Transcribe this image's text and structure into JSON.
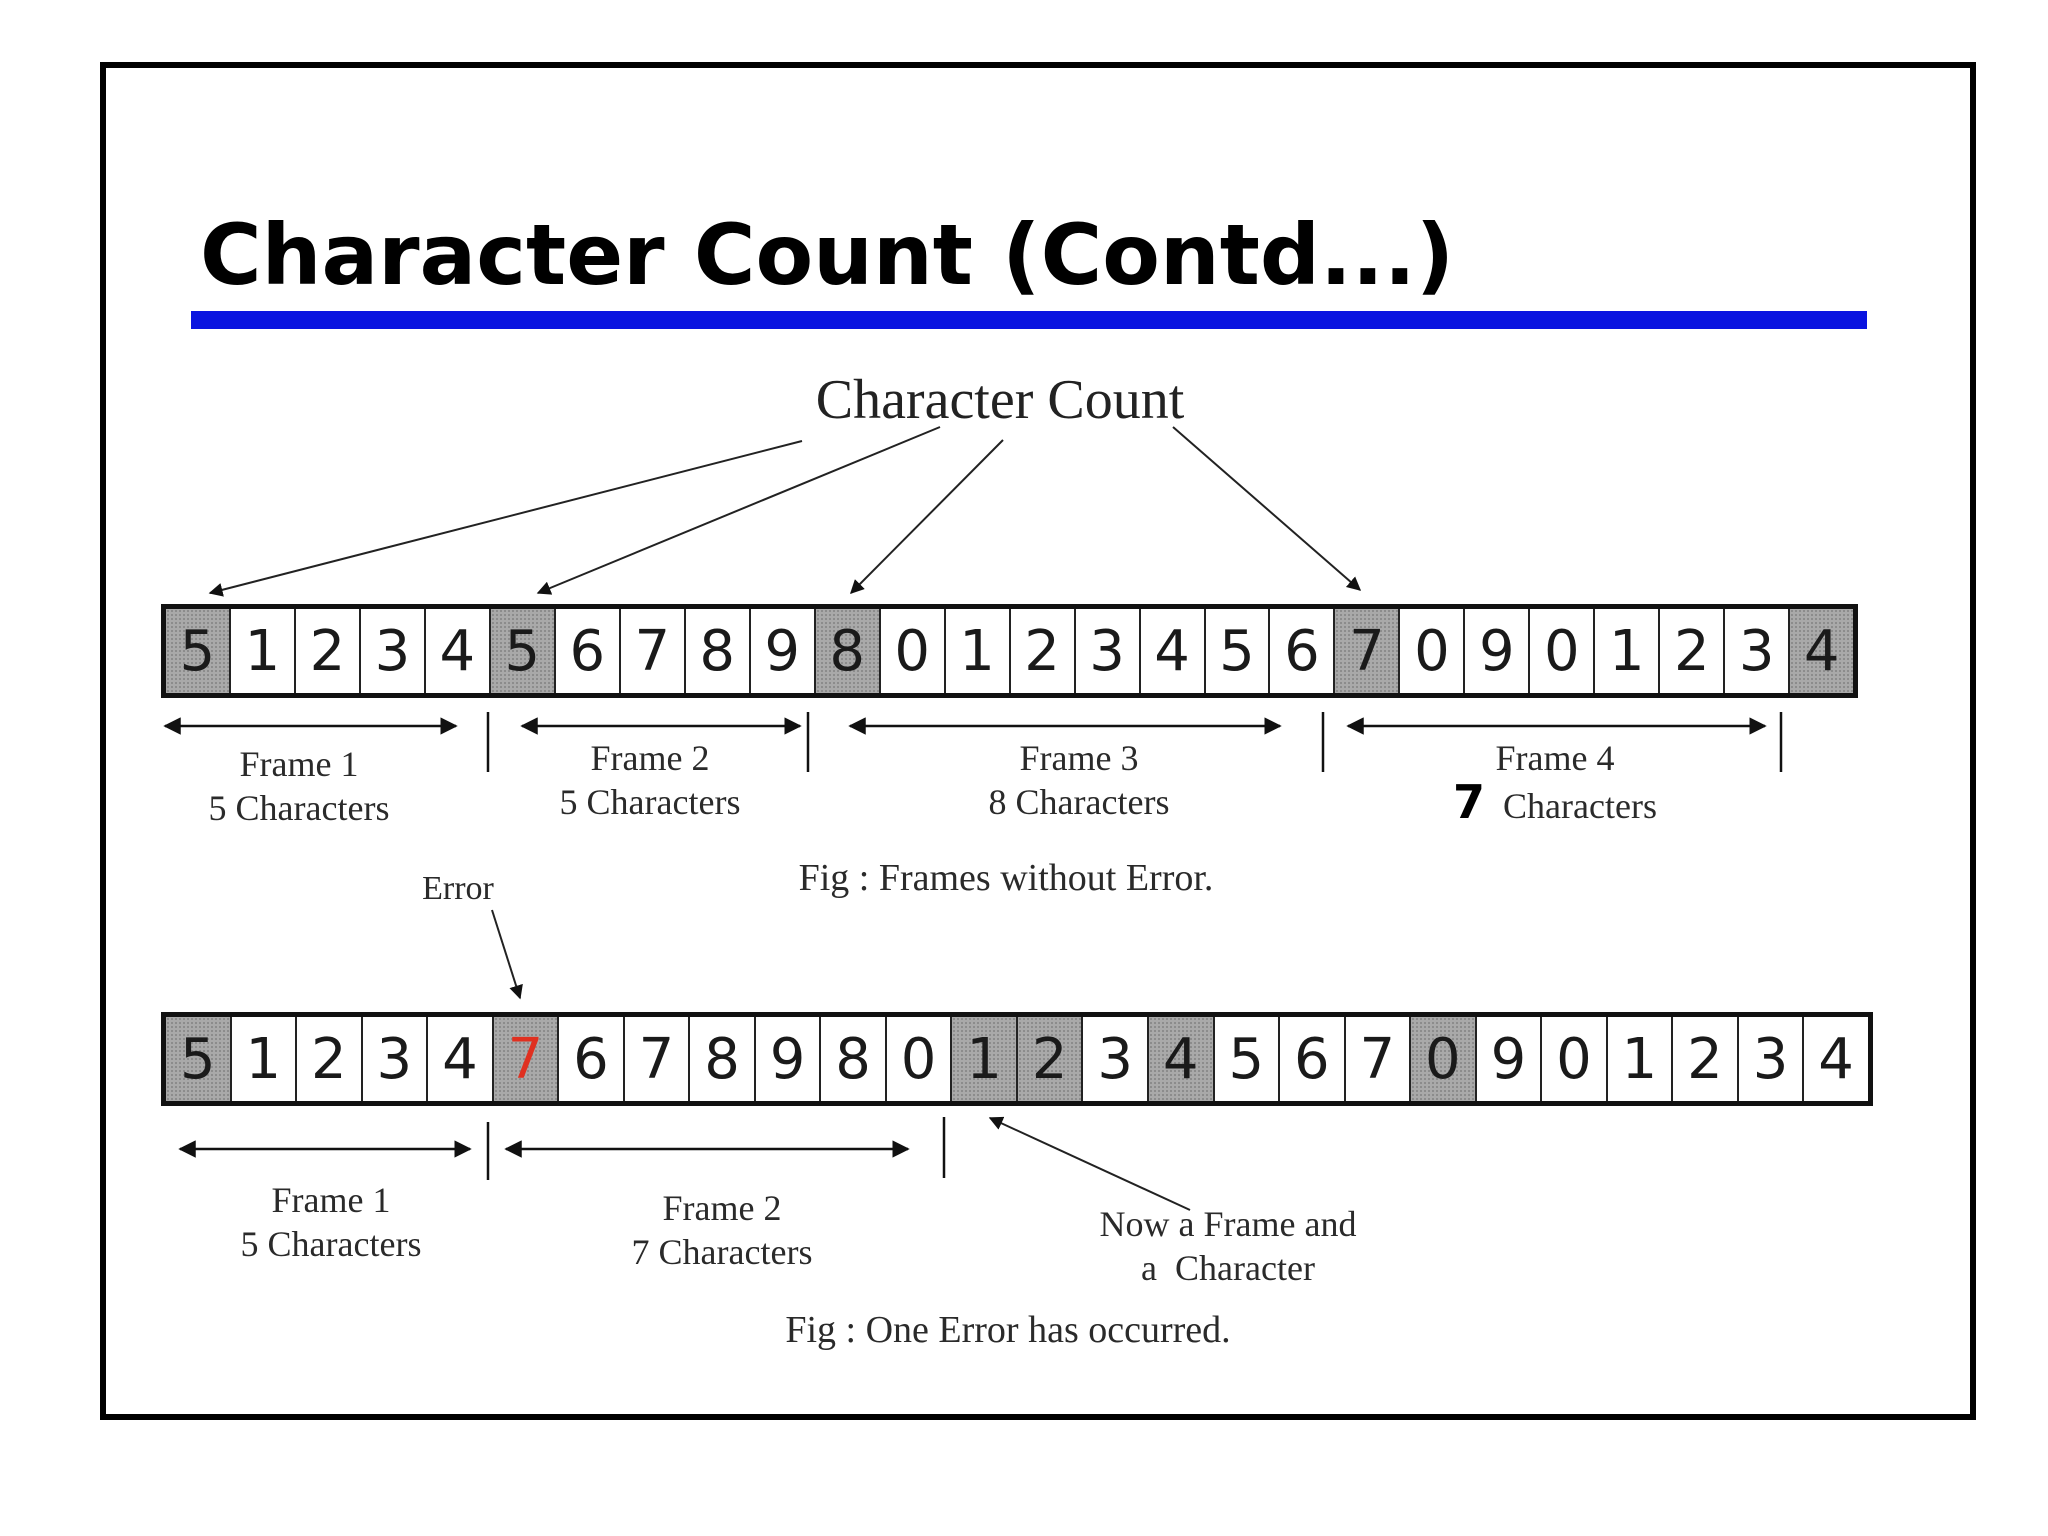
{
  "title": "Character Count (Contd...)",
  "diagram_label": "Character Count",
  "strip1": {
    "cells": [
      {
        "v": "5",
        "s": true
      },
      {
        "v": "1"
      },
      {
        "v": "2"
      },
      {
        "v": "3"
      },
      {
        "v": "4"
      },
      {
        "v": "5",
        "s": true
      },
      {
        "v": "6"
      },
      {
        "v": "7"
      },
      {
        "v": "8"
      },
      {
        "v": "9"
      },
      {
        "v": "8",
        "s": true
      },
      {
        "v": "0"
      },
      {
        "v": "1"
      },
      {
        "v": "2"
      },
      {
        "v": "3"
      },
      {
        "v": "4"
      },
      {
        "v": "5"
      },
      {
        "v": "6"
      },
      {
        "v": "7",
        "s": true
      },
      {
        "v": "0"
      },
      {
        "v": "9"
      },
      {
        "v": "0"
      },
      {
        "v": "1"
      },
      {
        "v": "2"
      },
      {
        "v": "3"
      },
      {
        "v": "4",
        "s": true
      }
    ],
    "frames": [
      {
        "name": "Frame 1",
        "count": "5",
        "unit": "Characters"
      },
      {
        "name": "Frame 2",
        "count": "5",
        "unit": "Characters"
      },
      {
        "name": "Frame 3",
        "count": "8",
        "unit": "Characters"
      },
      {
        "name": "Frame 4",
        "count": "7",
        "unit": "Characters"
      }
    ],
    "caption": "Fig : Frames without Error."
  },
  "strip2": {
    "cells": [
      {
        "v": "5",
        "s": true
      },
      {
        "v": "1"
      },
      {
        "v": "2"
      },
      {
        "v": "3"
      },
      {
        "v": "4"
      },
      {
        "v": "7",
        "s": true,
        "e": true
      },
      {
        "v": "6"
      },
      {
        "v": "7"
      },
      {
        "v": "8"
      },
      {
        "v": "9"
      },
      {
        "v": "8"
      },
      {
        "v": "0"
      },
      {
        "v": "1",
        "s": true
      },
      {
        "v": "2",
        "s": true
      },
      {
        "v": "3"
      },
      {
        "v": "4",
        "s": true
      },
      {
        "v": "5"
      },
      {
        "v": "6"
      },
      {
        "v": "7"
      },
      {
        "v": "0",
        "s": true
      },
      {
        "v": "9"
      },
      {
        "v": "0"
      },
      {
        "v": "1"
      },
      {
        "v": "2"
      },
      {
        "v": "3"
      },
      {
        "v": "4"
      }
    ],
    "error_label": "Error",
    "frames": [
      {
        "name": "Frame 1",
        "count": "5",
        "unit": "Characters"
      },
      {
        "name": "Frame 2",
        "count": "7",
        "unit": "Characters"
      }
    ],
    "note_line1": "Now a Frame and",
    "note_line2": "a  Character",
    "caption": "Fig : One Error has occurred."
  },
  "colors": {
    "underline": "#0a14e0",
    "shaded_cell": "#a9a9a9",
    "error_digit": "#e03020"
  }
}
